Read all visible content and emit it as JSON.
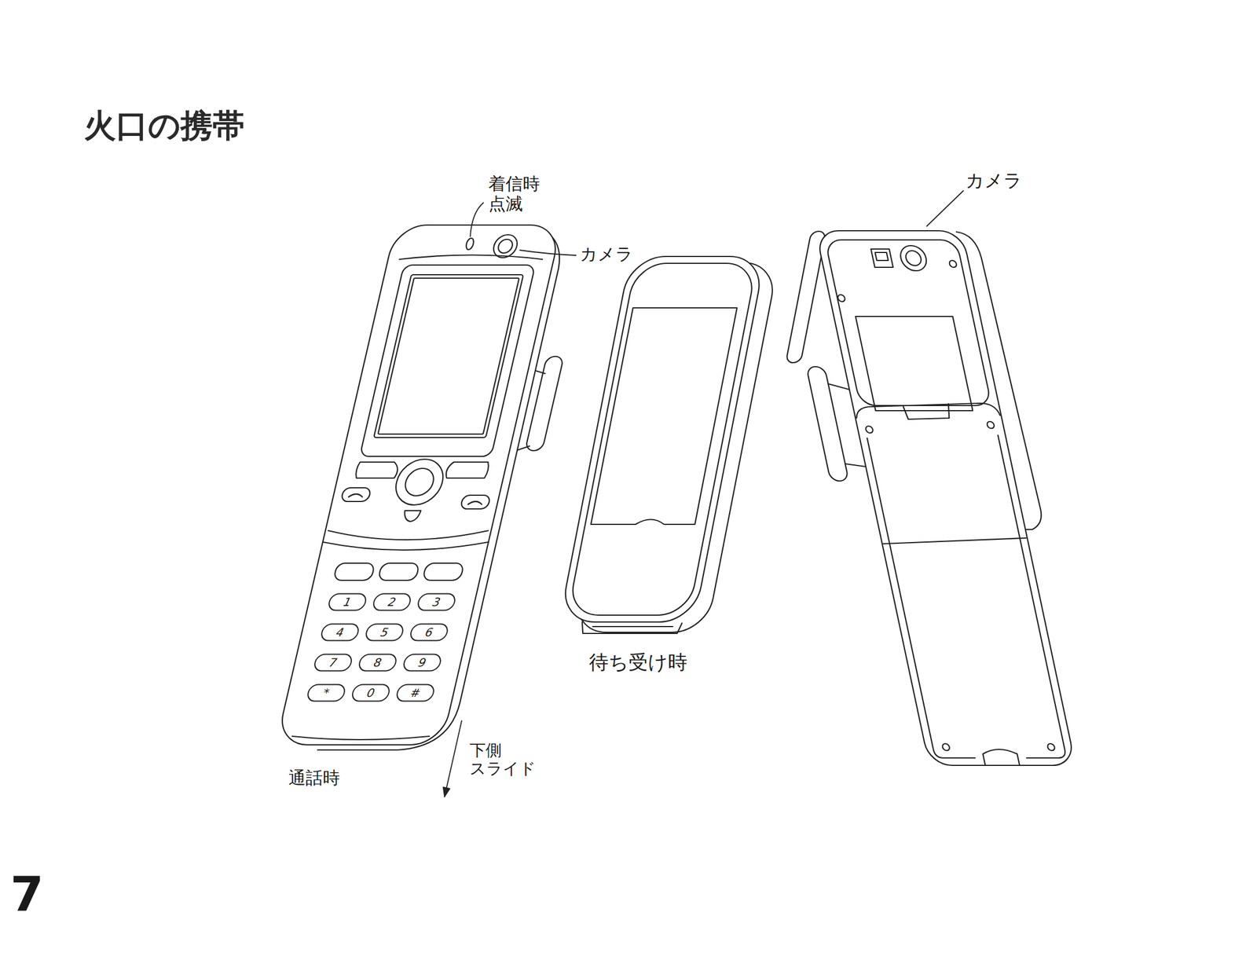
{
  "diagram": {
    "title": "火口の携帯",
    "nodes": [
      {
        "text": [
          "1"
        ]
      },
      {
        "text": [
          "2"
        ]
      },
      {
        "text": [
          "3"
        ]
      },
      {
        "text": [
          "4"
        ]
      },
      {
        "text": [
          "5"
        ]
      },
      {
        "text": [
          "6"
        ]
      },
      {
        "text": [
          "7"
        ]
      },
      {
        "text": [
          "8"
        ]
      },
      {
        "text": [
          "9"
        ]
      },
      {
        "text": [
          "*"
        ]
      },
      {
        "text": [
          "0"
        ]
      },
      {
        "text": [
          "#"
        ]
      }
    ],
    "labels": [
      "着信時 点滅",
      "カメラ",
      "通話時",
      "下側 スライド",
      "待ち受け時",
      "カメラ",
      "7"
    ]
  }
}
